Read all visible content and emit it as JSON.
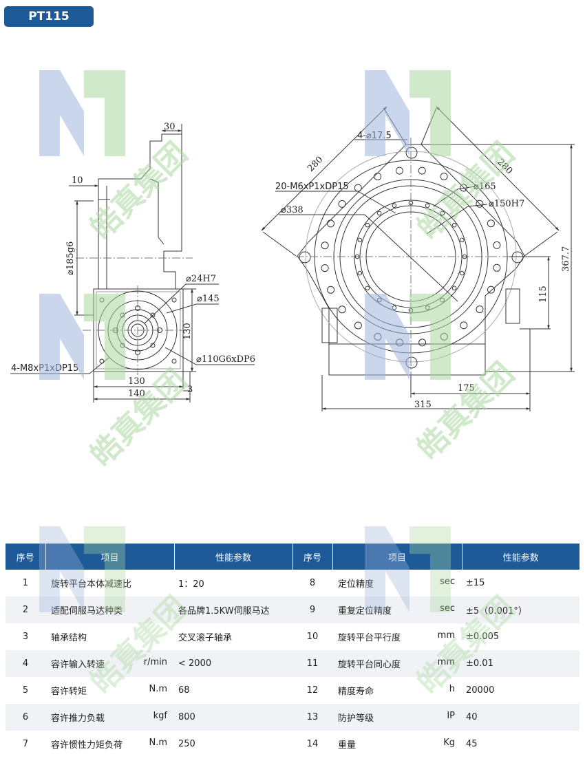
{
  "model": "PT115",
  "watermark": {
    "text": "皓真集团",
    "colors": {
      "blue": "#9db4dc",
      "green": "#a9d7a1"
    }
  },
  "colors": {
    "header": "#1d5a97",
    "row_alt": "#f0f2f5",
    "line": "#333333"
  },
  "left_view": {
    "labels": {
      "d30": "30",
      "d10": "10",
      "d185": "⌀185g6",
      "d24": "⌀24H7",
      "d145": "⌀145",
      "d130v": "130",
      "d110": "⌀110G6xDP6",
      "m8": "4-M8xP1xDP15",
      "d130h": "130",
      "d140": "140",
      "d3": "3"
    }
  },
  "right_view": {
    "labels": {
      "d280a": "280",
      "d280b": "280",
      "holes": "4-⌀17.5",
      "m6": "20-M6xP1xDP15",
      "d165": "⌀165",
      "d150": "⌀150H7",
      "d338": "⌀338",
      "d367": "367.7",
      "d115": "115",
      "d175": "175",
      "d315": "315"
    }
  },
  "table": {
    "headers": [
      "序号",
      "项目",
      "性能参数",
      "序号",
      "项目",
      "性能参数"
    ],
    "rows": [
      {
        "left": {
          "no": "1",
          "name": "旋转平台本体减速比",
          "unit": "",
          "value": "1：20"
        },
        "right": {
          "no": "8",
          "name": "定位精度",
          "unit": "sec",
          "value": "±15"
        }
      },
      {
        "left": {
          "no": "2",
          "name": "适配伺服马达种类",
          "unit": "",
          "value": "各品牌1.5KW伺服马达"
        },
        "right": {
          "no": "9",
          "name": "重复定位精度",
          "unit": "sec",
          "value": "±5（0.001°）"
        }
      },
      {
        "left": {
          "no": "3",
          "name": "轴承结构",
          "unit": "",
          "value": "交叉滚子轴承"
        },
        "right": {
          "no": "10",
          "name": "旋转平台平行度",
          "unit": "mm",
          "value": "±0.005"
        }
      },
      {
        "left": {
          "no": "4",
          "name": "容许输入转速",
          "unit": "r/min",
          "value": "< 2000"
        },
        "right": {
          "no": "11",
          "name": "旋转平台同心度",
          "unit": "mm",
          "value": "±0.01"
        }
      },
      {
        "left": {
          "no": "5",
          "name": "容许转矩",
          "unit": "N.m",
          "value": "68"
        },
        "right": {
          "no": "12",
          "name": "精度寿命",
          "unit": "h",
          "value": "20000"
        }
      },
      {
        "left": {
          "no": "6",
          "name": "容许推力负载",
          "unit": "kgf",
          "value": "800"
        },
        "right": {
          "no": "13",
          "name": "防护等级",
          "unit": "IP",
          "value": "40"
        }
      },
      {
        "left": {
          "no": "7",
          "name": "容许惯性力矩负荷",
          "unit": "N.m",
          "value": "250"
        },
        "right": {
          "no": "14",
          "name": "重量",
          "unit": "Kg",
          "value": "45"
        }
      }
    ]
  }
}
